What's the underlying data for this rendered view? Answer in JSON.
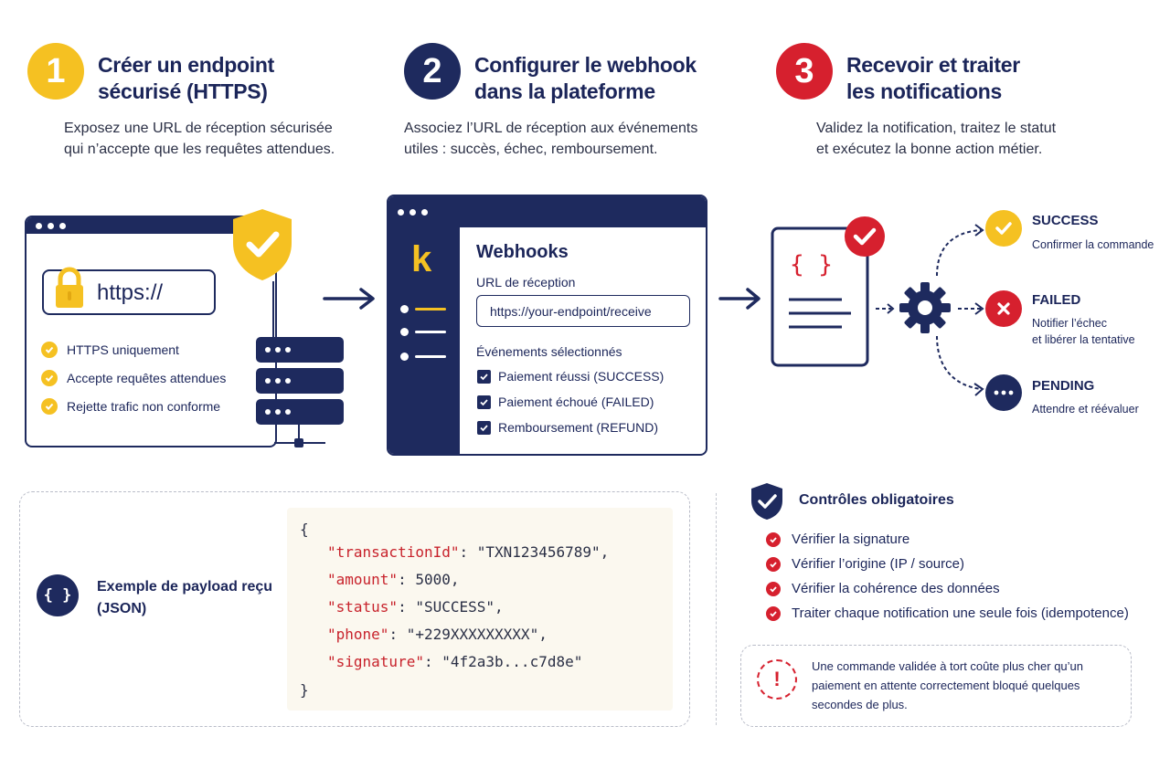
{
  "steps": [
    {
      "number": "1",
      "title_l1": "Créer un endpoint",
      "title_l2": "sécurisé (HTTPS)",
      "desc_l1": "Exposez une URL de réception sécurisée",
      "desc_l2": "qui n’accepte que les requêtes attendues.",
      "color": "#f5c122"
    },
    {
      "number": "2",
      "title_l1": "Configurer le webhook",
      "title_l2": "dans la plateforme",
      "desc_l1": "Associez l’URL de réception aux événements",
      "desc_l2": "utiles : succès, échec, remboursement.",
      "color": "#1e2a5e"
    },
    {
      "number": "3",
      "title_l1": "Recevoir et traiter",
      "title_l2": "les notifications",
      "desc_l1": "Validez la notification, traitez le statut",
      "desc_l2": "et exécutez la bonne action métier.",
      "color": "#d6202e"
    }
  ],
  "endpoint": {
    "url_text": "https://",
    "checks": [
      "HTTPS uniquement",
      "Accepte requêtes attendues",
      "Rejette trafic non conforme"
    ]
  },
  "webhook_config": {
    "logo": "k",
    "title": "Webhooks",
    "url_label": "URL de réception",
    "url_value": "https://your-endpoint/receive",
    "events_label": "Événements sélectionnés",
    "events": [
      "Paiement réussi (SUCCESS)",
      "Paiement échoué (FAILED)",
      "Remboursement (REFUND)"
    ]
  },
  "document_icon_text": "{ }",
  "statuses": [
    {
      "title": "SUCCESS",
      "desc_l1": "Confirmer la commande",
      "desc_l2": "",
      "color": "#f5c122",
      "icon": "check-icon"
    },
    {
      "title": "FAILED",
      "desc_l1": "Notifier l’échec",
      "desc_l2": "et libérer la tentative",
      "color": "#d6202e",
      "icon": "x-icon"
    },
    {
      "title": "PENDING",
      "desc_l1": "Attendre et réévaluer",
      "desc_l2": "",
      "color": "#1e2a5e",
      "icon": "ellipsis-icon"
    }
  ],
  "payload": {
    "icon_text": "{ }",
    "title_l1": "Exemple de payload reçu",
    "title_l2": "(JSON)",
    "open_brace": "{",
    "close_brace": "}",
    "fields": [
      {
        "key": "\"transactionId\"",
        "value": "\"TXN123456789\","
      },
      {
        "key": "\"amount\"",
        "value": "5000,"
      },
      {
        "key": "\"status\"",
        "value": "\"SUCCESS\","
      },
      {
        "key": "\"phone\"",
        "value": "\"+229XXXXXXXXX\","
      },
      {
        "key": "\"signature\"",
        "value": "\"4f2a3b...c7d8e\""
      }
    ]
  },
  "controls": {
    "title": "Contrôles obligatoires",
    "items": [
      "Vérifier la signature",
      "Vérifier l’origine (IP / source)",
      "Vérifier la cohérence des données",
      "Traiter chaque notification une seule fois (idempotence)"
    ]
  },
  "warning": {
    "icon": "!",
    "l1": "Une commande validée à tort coûte plus cher qu’un",
    "l2": "paiement en attente correctement bloqué quelques",
    "l3": "secondes de plus."
  }
}
